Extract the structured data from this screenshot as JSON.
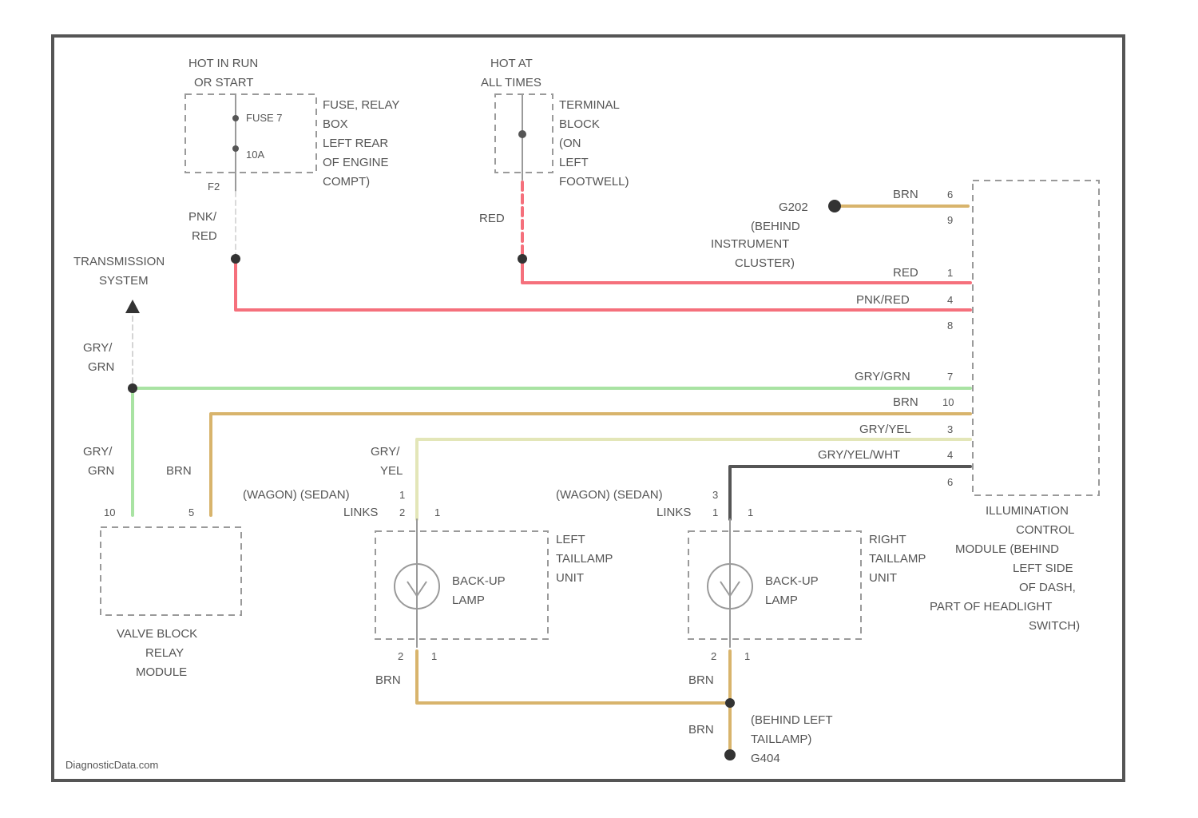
{
  "colors": {
    "red": "#f5707c",
    "brown": "#d8b46c",
    "green": "#a9e3a3",
    "yellow_green": "#e3e6b8",
    "black": "#555555",
    "frame": "#555555",
    "outline": "#9a9a9a"
  },
  "labels": {
    "hot_run_1": "HOT IN RUN",
    "hot_run_2": "OR START",
    "fuse7": "FUSE 7",
    "fuse_amp": "10A",
    "fuse_box_1": "FUSE, RELAY",
    "fuse_box_2": "BOX",
    "fuse_box_3": "LEFT REAR",
    "fuse_box_4": "OF ENGINE",
    "fuse_box_5": "COMPT)",
    "pin_f2": "F2",
    "pnk": "PNK/",
    "red_a": "RED",
    "hot_all_1": "HOT AT",
    "hot_all_2": "ALL TIMES",
    "term_1": "TERMINAL",
    "term_2": "BLOCK",
    "term_3": "(ON",
    "term_4": "LEFT",
    "term_5": "FOOTWELL)",
    "red_b": "RED",
    "g202_1": "G202",
    "g202_2": "(BEHIND",
    "g202_3": "INSTRUMENT",
    "g202_4": "CLUSTER)",
    "brn_top": "BRN",
    "red_c": "RED",
    "pnkred": "PNK/RED",
    "trans_1": "TRANSMISSION",
    "trans_2": "SYSTEM",
    "gry_1": "GRY/",
    "grn_1": "GRN",
    "grygrn": "GRY/GRN",
    "brn_mid": "BRN",
    "gryyel": "GRY/YEL",
    "gryyelwht": "GRY/YEL/WHT",
    "gry_2": "GRY/",
    "grn_2": "GRN",
    "brn_vb": "BRN",
    "gry_3": "GRY/",
    "yel_1": "YEL",
    "pin_10": "10",
    "pin_5": "5",
    "wagon_l_1": "(WAGON) (SEDAN)",
    "wagon_l_2": "LINKS",
    "wagon_r_1": "(WAGON) (SEDAN)",
    "wagon_r_2": "LINKS",
    "vb_1": "VALVE BLOCK",
    "vb_2": "RELAY",
    "vb_3": "MODULE",
    "backup_1": "BACK-UP",
    "backup_2": "LAMP",
    "backup_3": "BACK-UP",
    "backup_4": "LAMP",
    "lt_1": "LEFT",
    "lt_2": "TAILLAMP",
    "lt_3": "UNIT",
    "rt_1": "RIGHT",
    "rt_2": "TAILLAMP",
    "rt_3": "UNIT",
    "icm_1": "ILLUMINATION",
    "icm_2": "CONTROL",
    "icm_3": "MODULE (BEHIND",
    "icm_4": "LEFT SIDE",
    "icm_5": "OF DASH,",
    "icm_6": "PART OF HEADLIGHT",
    "icm_7": "SWITCH)",
    "brn_l": "BRN",
    "brn_r": "BRN",
    "brn_g": "BRN",
    "gnd_1": "(BEHIND LEFT",
    "gnd_2": "TAILLAMP)",
    "gnd_3": "G404",
    "watermark": "DiagnosticData.com",
    "p6": "6",
    "p9": "9",
    "p1": "1",
    "p4": "4",
    "p8": "8",
    "p7": "7",
    "p10": "10",
    "p3": "3",
    "p4b": "4",
    "p6b": "6",
    "wl1": "1",
    "wl2": "2",
    "wl3": "1",
    "wr1": "3",
    "wr2": "1",
    "wr3": "1",
    "lb1": "2",
    "lb2": "1",
    "rb1": "2",
    "rb2": "1"
  }
}
